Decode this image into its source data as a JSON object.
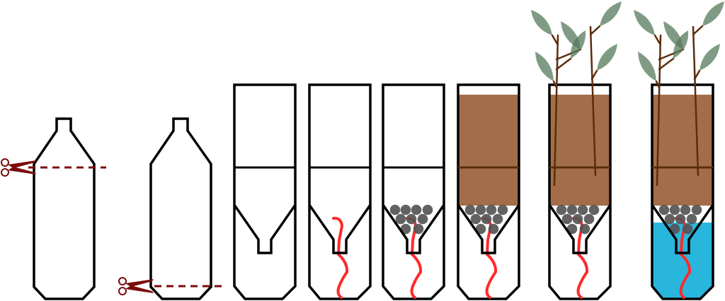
{
  "colors": {
    "outline": "#000000",
    "cut_line": "#7a0a0a",
    "soil": "#a36d4a",
    "soil_line": "#5a2d0c",
    "pebble": "#555555",
    "wick": "#ff2a2a",
    "water": "#29b6dc",
    "stem": "#5a2d0c",
    "leaf": "#557a5a"
  },
  "steps": [
    {
      "id": "cut-top",
      "type": "bottle",
      "cut": "shoulder"
    },
    {
      "id": "cut-bottom",
      "type": "bottle",
      "cut": "base"
    },
    {
      "id": "assemble",
      "type": "unit",
      "wick": false,
      "pebbles": false,
      "soil": false,
      "plants": false,
      "water": false
    },
    {
      "id": "add-wick",
      "type": "unit",
      "wick": true,
      "pebbles": false,
      "soil": false,
      "plants": false,
      "water": false
    },
    {
      "id": "add-pebbles",
      "type": "unit",
      "wick": true,
      "pebbles": true,
      "soil": false,
      "plants": false,
      "water": false
    },
    {
      "id": "add-soil",
      "type": "unit",
      "wick": true,
      "pebbles": true,
      "soil": true,
      "plants": false,
      "water": false
    },
    {
      "id": "add-plants",
      "type": "unit",
      "wick": true,
      "pebbles": true,
      "soil": true,
      "plants": true,
      "water": false
    },
    {
      "id": "add-water",
      "type": "unit",
      "wick": true,
      "pebbles": true,
      "soil": true,
      "plants": true,
      "water": true
    }
  ]
}
